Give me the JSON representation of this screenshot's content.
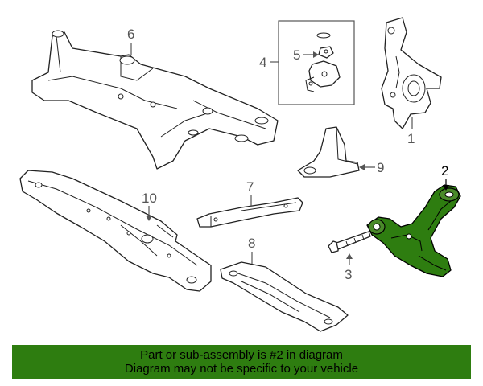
{
  "callouts": {
    "c1": "1",
    "c2": "2",
    "c3": "3",
    "c4": "4",
    "c5": "5",
    "c6": "6",
    "c7": "7",
    "c8": "8",
    "c9": "9",
    "c10": "10"
  },
  "highlighted_part": "2",
  "banner": {
    "line1": "Part or sub-assembly is #2 in diagram",
    "line2": "Diagram may not be specific to your vehicle",
    "color": "#2e7d10"
  },
  "colors": {
    "highlight": "#2e7d10",
    "line": "#222222",
    "callout_text": "#555555"
  }
}
